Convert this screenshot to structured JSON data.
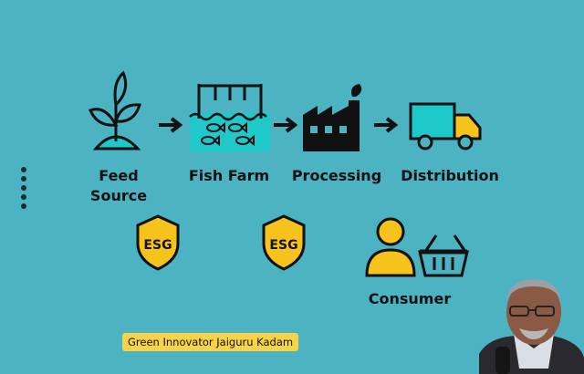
{
  "flow": {
    "steps": [
      {
        "label": "Feed\nSource",
        "icon": "sprout-icon"
      },
      {
        "label": "Fish Farm",
        "icon": "fish-farm-icon"
      },
      {
        "label": "Processing",
        "icon": "factory-icon"
      },
      {
        "label": "Distribution",
        "icon": "truck-icon"
      }
    ],
    "consumer": {
      "label": "Consumer",
      "icon": "consumer-basket-icon"
    },
    "badges": [
      {
        "text": "ESG"
      },
      {
        "text": "ESG"
      }
    ]
  },
  "caption": "Green Innovator Jaiguru Kadam",
  "colors": {
    "background": "#4bb3c2",
    "accent": "#f6c21c",
    "dark": "#111111",
    "water": "#1fc9c9"
  }
}
